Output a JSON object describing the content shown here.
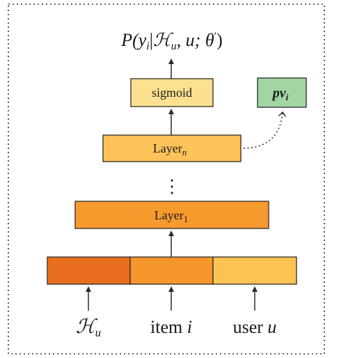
{
  "output_prob": {
    "p": "P(",
    "y": "y",
    "y_sub": "i",
    "bar": "|",
    "H": "ℋ",
    "H_sub": "u",
    "mid": ", u; θ",
    "prime": "′",
    "close": ")"
  },
  "boxes": {
    "sigmoid": "sigmoid",
    "layer_n": "Layer",
    "layer_n_sub": "n",
    "layer_1": "Layer",
    "layer_1_sub": "1",
    "pv": "pv",
    "pv_sub": "i",
    "vdots": "⋮"
  },
  "inputs": {
    "history": "ℋ",
    "history_sub": "u",
    "item_prefix": "item ",
    "item_var": "i",
    "user_prefix": "user ",
    "user_var": "u"
  },
  "colors": {
    "sigmoid_fill": "#fde08f",
    "layer_n_fill": "#fdc25a",
    "layer_1_fill": "#f79a2d",
    "emb_history_fill": "#e86f1f",
    "emb_item_fill": "#f7962c",
    "emb_user_fill": "#fdc352",
    "pv_fill": "#9fd6a2",
    "stroke": "#2a2a2a"
  }
}
